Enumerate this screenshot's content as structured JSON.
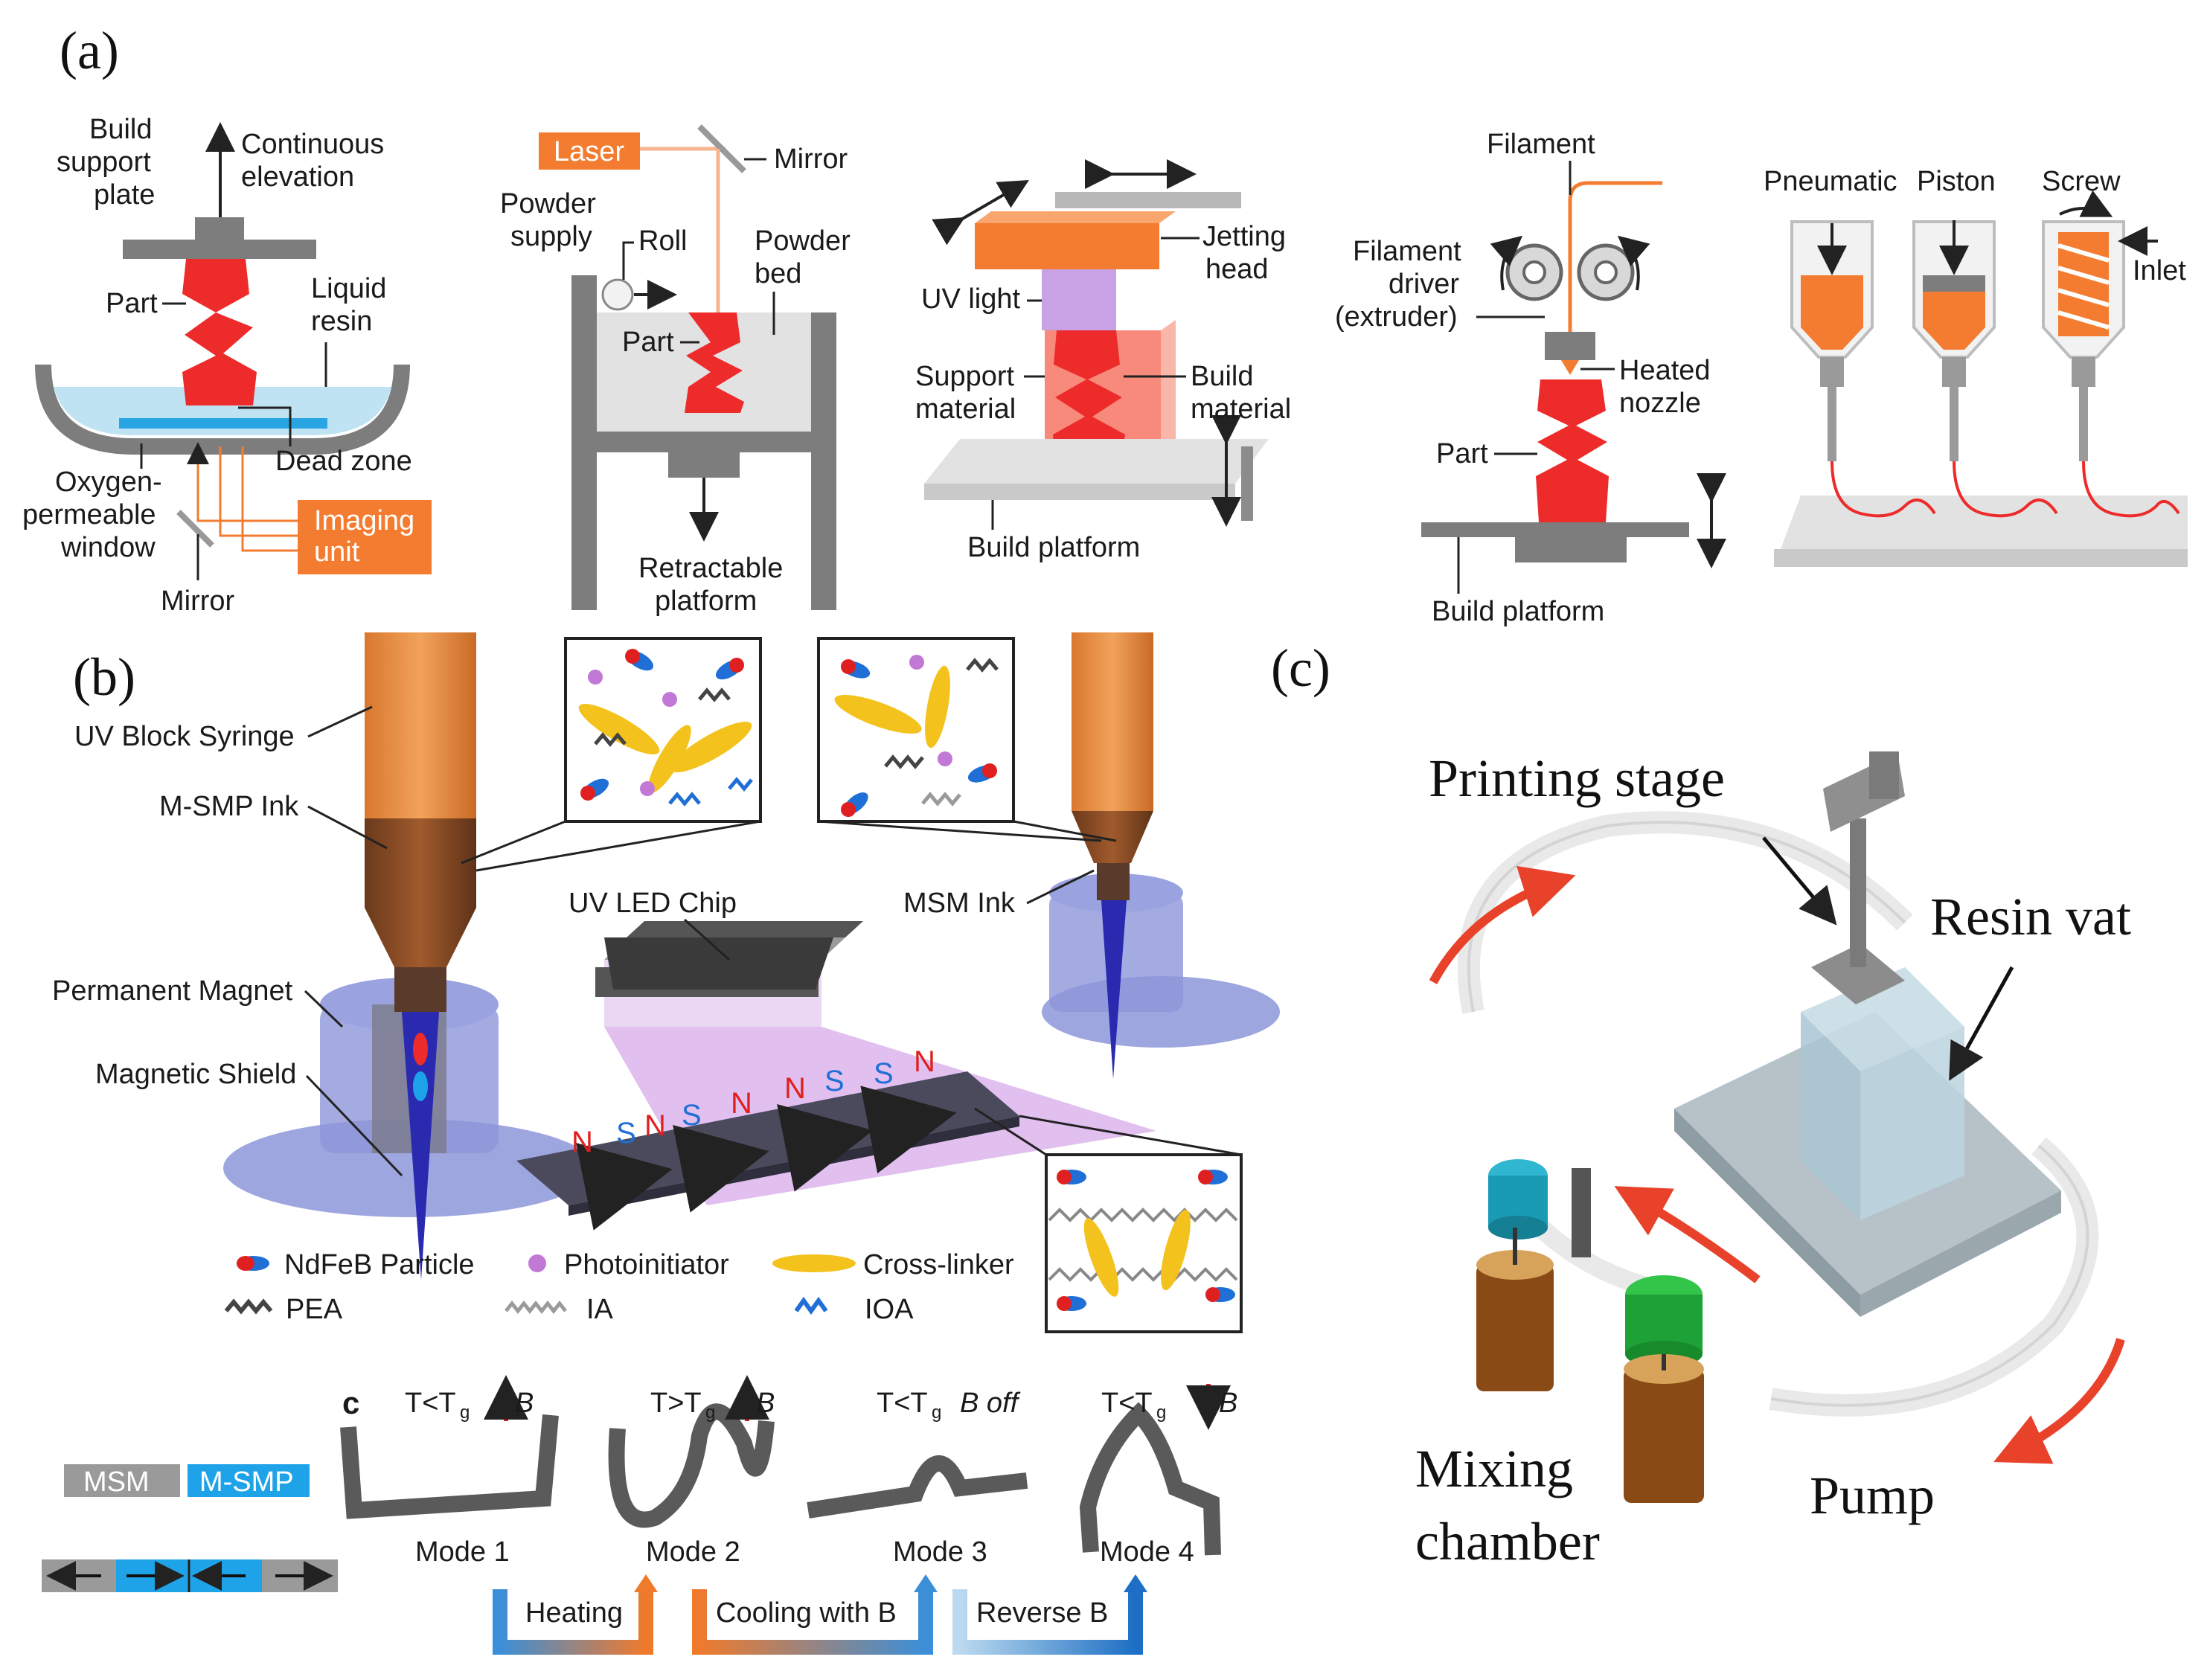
{
  "panels": {
    "a": "(a)",
    "b": "(b)",
    "c": "(c)",
    "b_sub_c": "c"
  },
  "colors": {
    "part_red": "#ee2b2b",
    "orange": "#f47c30",
    "resin_blue": "#bfe3f2",
    "gray": "#8c8c8c",
    "cyan": "#1fa3e8",
    "purple": "#c9a2e6",
    "yellow": "#f4c21c"
  },
  "panel_a": {
    "clip": {
      "build_support_plate": [
        "Build",
        "support",
        "plate"
      ],
      "continuous_elevation": [
        "Continuous",
        "elevation"
      ],
      "part": "Part",
      "liquid_resin": [
        "Liquid",
        "resin"
      ],
      "dead_zone": "Dead zone",
      "oxygen_window": [
        "Oxygen-",
        "permeable",
        "window"
      ],
      "imaging_unit": [
        "Imaging",
        "unit"
      ],
      "mirror": "Mirror"
    },
    "sls": {
      "laser": "Laser",
      "mirror": "Mirror",
      "powder_supply": [
        "Powder",
        "supply"
      ],
      "roll": "Roll",
      "powder_bed": [
        "Powder",
        "bed"
      ],
      "part": "Part",
      "retractable_platform": [
        "Retractable",
        "platform"
      ]
    },
    "polyjet": {
      "jetting_head": [
        "Jetting",
        "head"
      ],
      "uv_light": "UV light",
      "support_material": [
        "Support",
        "material"
      ],
      "build_material": [
        "Build",
        "material"
      ],
      "build_platform": "Build platform"
    },
    "fdm": {
      "filament": "Filament",
      "filament_driver": [
        "Filament",
        "driver",
        "(extruder)"
      ],
      "heated_nozzle": [
        "Heated",
        "nozzle"
      ],
      "part": "Part",
      "build_platform": "Build platform"
    },
    "diw": {
      "pneumatic": "Pneumatic",
      "piston": "Piston",
      "screw": "Screw",
      "inlet": "Inlet"
    }
  },
  "panel_b": {
    "uv_block_syringe": "UV Block Syringe",
    "msmp_ink": "M-SMP Ink",
    "permanent_magnet": "Permanent Magnet",
    "magnetic_shield": "Magnetic Shield",
    "uv_led_chip": "UV LED Chip",
    "msm_ink": "MSM Ink",
    "poles": [
      "N",
      "S",
      "N",
      "N",
      "S",
      "S",
      "N",
      "S",
      "N"
    ],
    "legend": {
      "ndfeb": "NdFeB Particle",
      "photoinitiator": "Photoinitiator",
      "crosslinker": "Cross-linker",
      "pea": "PEA",
      "ia": "IA",
      "ioa": "IOA"
    },
    "modes": {
      "msm": "MSM",
      "msmp": "M-SMP",
      "cond1": "T<T",
      "cond2": "T>T",
      "cond3": "T<T",
      "cond4": "T<T",
      "sub_g": "g",
      "b": "B",
      "b_off": "B off",
      "mode1": "Mode 1",
      "mode2": "Mode 2",
      "mode3": "Mode 3",
      "mode4": "Mode 4",
      "heating": "Heating",
      "cooling": "Cooling with B",
      "reverse": "Reverse B"
    }
  },
  "panel_c": {
    "printing_stage": "Printing stage",
    "resin_vat": "Resin vat",
    "mixing_chamber": [
      "Mixing",
      "chamber"
    ],
    "pump": "Pump"
  }
}
